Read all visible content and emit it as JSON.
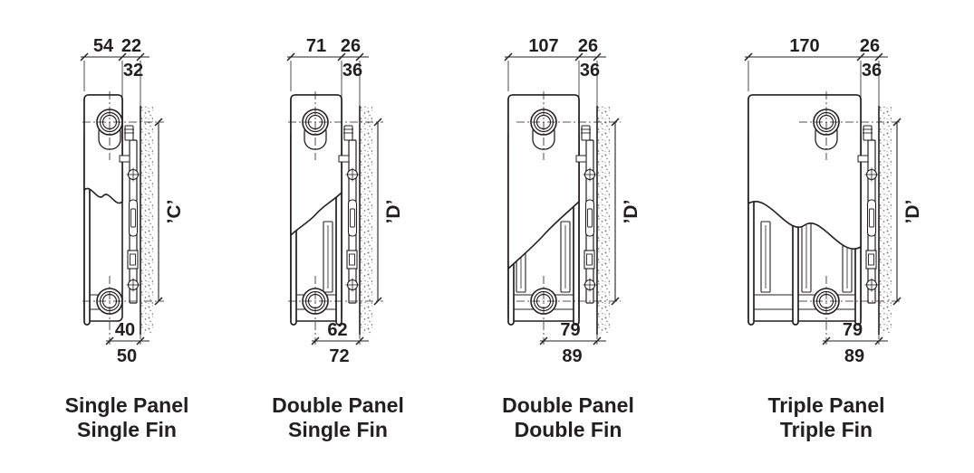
{
  "page": {
    "background": "#ffffff"
  },
  "colors": {
    "line": "#231f20",
    "text": "#231f20",
    "stipple": "#7a7a7a"
  },
  "diagrams": [
    {
      "caption_line1": "Single Panel",
      "caption_line2": "Single Fin",
      "depth_label": "54",
      "gap_top": "22",
      "gap_bottom": "32",
      "height_label": "’C’",
      "bottom_top": "40",
      "bottom_bottom": "50"
    },
    {
      "caption_line1": "Double Panel",
      "caption_line2": "Single Fin",
      "depth_label": "71",
      "gap_top": "26",
      "gap_bottom": "36",
      "height_label": "’D’",
      "bottom_top": "62",
      "bottom_bottom": "72"
    },
    {
      "caption_line1": "Double Panel",
      "caption_line2": "Double Fin",
      "depth_label": "107",
      "gap_top": "26",
      "gap_bottom": "36",
      "height_label": "’D’",
      "bottom_top": "79",
      "bottom_bottom": "89"
    },
    {
      "caption_line1": "Triple Panel",
      "caption_line2": "Triple Fin",
      "depth_label": "170",
      "gap_top": "26",
      "gap_bottom": "36",
      "height_label": "’D’",
      "bottom_top": "79",
      "bottom_bottom": "89"
    }
  ]
}
